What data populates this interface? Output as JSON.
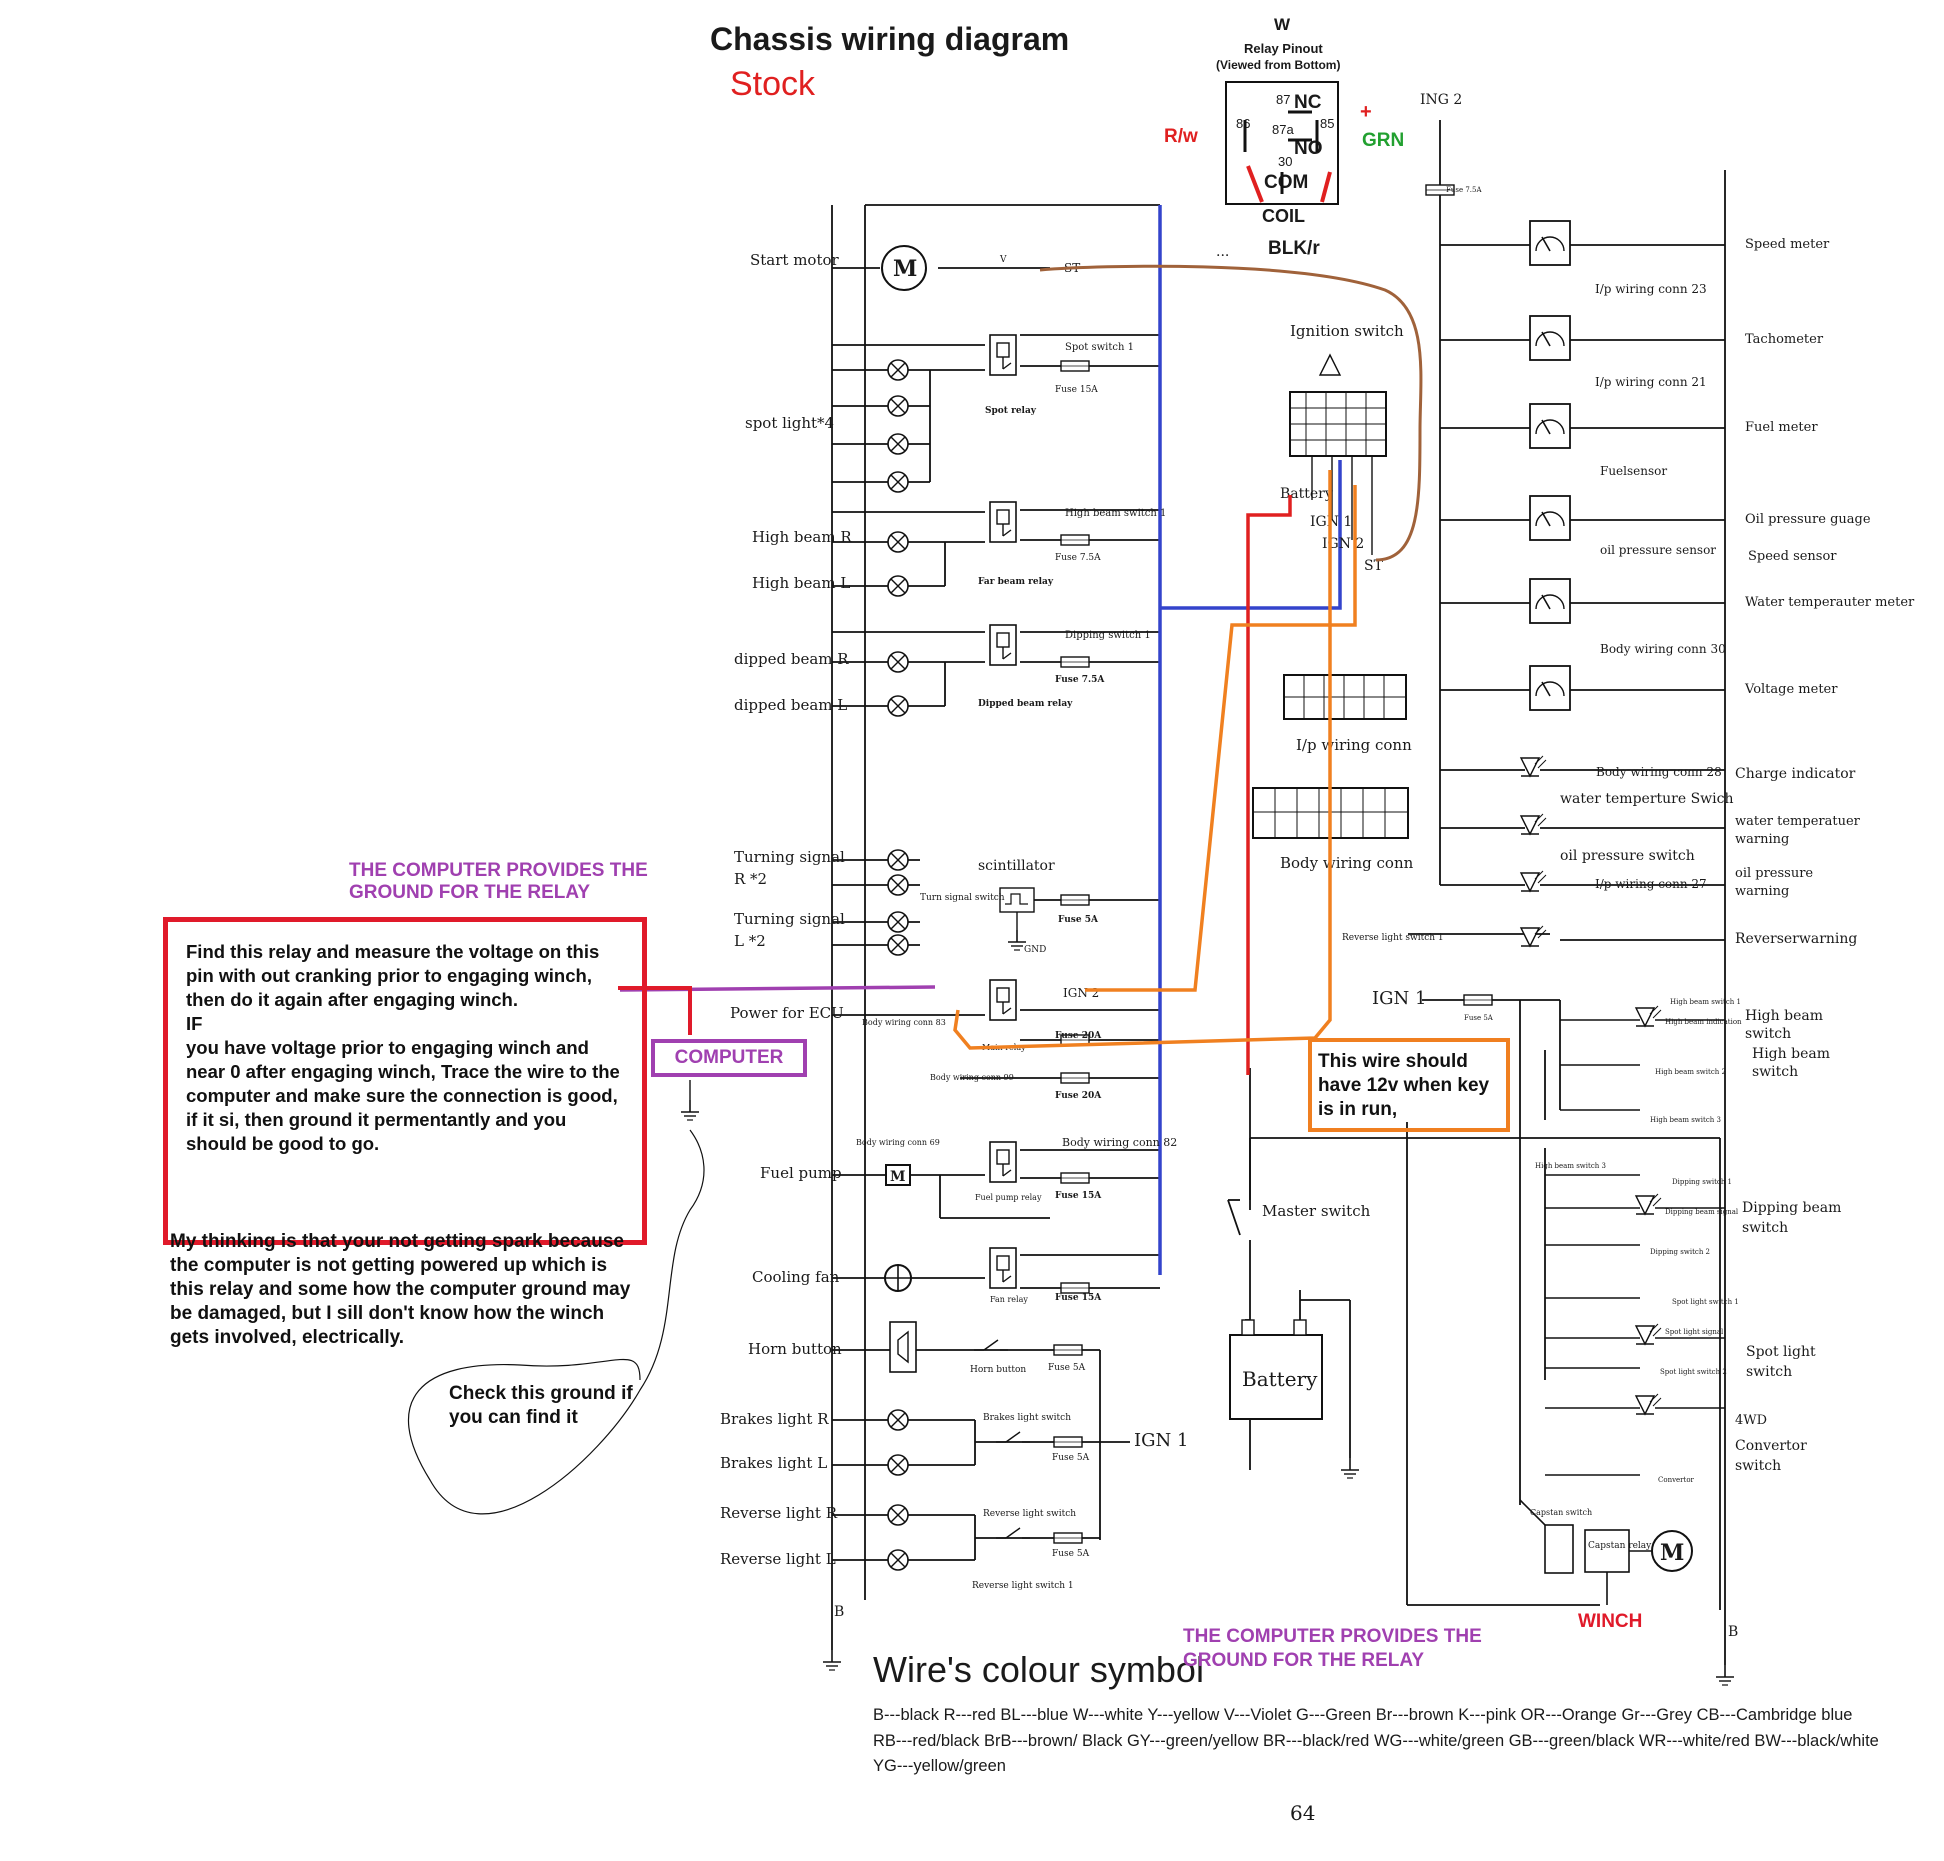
{
  "title": "Chassis wiring diagram",
  "subtitle": "Stock",
  "relay_pinout": {
    "w": "W",
    "title": "Relay Pinout",
    "subtitle": "(Viewed from Bottom)",
    "p87": "87",
    "nc": "NC",
    "p86": "86",
    "p87a": "87a",
    "p85": "85",
    "no": "NO",
    "p30": "30",
    "com": "COM",
    "coil": "COIL",
    "blk": "BLK/r",
    "rw": "R/w",
    "plus": "+",
    "grn": "GRN",
    "dots": "..."
  },
  "left_labels": {
    "start_motor": "Start motor",
    "spot_light": "spot light*4",
    "high_beam_r": "High beam R",
    "high_beam_l": "High beam L",
    "dipped_beam_r": "dipped beam R",
    "dipped_beam_l": "dipped beam L",
    "turning_r1": "Turning signal",
    "turning_r2": "R *2",
    "turning_l1": "Turning signal",
    "turning_l2": "L *2",
    "power_ecu": "Power for ECU",
    "fuel_pump": "Fuel pump",
    "cooling_fan": "Cooling fan",
    "horn_button": "Horn button",
    "brakes_r": "Brakes light  R",
    "brakes_l": "Brakes light  L",
    "reverse_r": "Reverse light  R",
    "reverse_l": "Reverse light  L"
  },
  "center_labels": {
    "spot_relay": "Spot relay",
    "spot_switch_1": "Spot switch 1",
    "fuse_15a": "Fuse 15A",
    "far_beam_relay": "Far beam relay",
    "high_beam_switch_1": "High beam switch 1",
    "fuse_75a": "Fuse 7.5A",
    "dipped_beam_relay": "Dipped beam relay",
    "dipping_switch_1": "Dipping switch 1",
    "scintillator": "scintillator",
    "turn_signal_switch": "Turn signal switch",
    "fuse_5a": "Fuse 5A",
    "gnd": "GND",
    "ign2": "IGN 2",
    "main_relay": "Main relay",
    "body_wiring_conn_83": "Body wiring conn 83",
    "fuse_20a": "Fuse 20A",
    "body_wiring_conn_99": "Body wiring conn 99",
    "body_wiring_conn_69": "Body wiring conn 69",
    "body_wiring_conn_82": "Body wiring conn 82",
    "fuel_pump_relay": "Fuel pump relay",
    "fan_relay": "Fan relay",
    "horn_button_sw": "Horn button",
    "brake_light_switch": "Brakes light switch",
    "reverse_light_switch": "Reverse light switch",
    "reverse_light_switch_1": "Reverse light switch 1",
    "ign1_bottom": "IGN 1",
    "m": "M",
    "b": "B",
    "v": "V",
    "st": "ST"
  },
  "ignition": {
    "ignition_switch": "Ignition switch",
    "battery": "Battery",
    "ign1": "IGN 1",
    "ign2": "IGN 2",
    "st": "ST",
    "ip_conn": "I/p wiring conn",
    "body_conn": "Body wiring conn",
    "ign1_main": "IGN 1",
    "fuse_5a": "Fuse 5A",
    "reverse_light_switch_1": "Reverse light switch 1",
    "master_switch": "Master switch",
    "battery_box": "Battery"
  },
  "right_labels": {
    "ing2": "ING 2",
    "fuse_75a": "Fuse 7.5A",
    "speed_meter": "Speed meter",
    "ip_conn_23": "I/p wiring conn 23",
    "tachometer": "Tachometer",
    "ip_conn_21": "I/p wiring conn 21",
    "fuel_meter": "Fuel meter",
    "fuelsensor": "Fuelsensor",
    "oil_pressure_guage": "Oil pressure guage",
    "oil_pressure_sensor": "oil pressure sensor",
    "speed_sensor": "Speed sensor",
    "water_temp_meter": "Water temperauter meter",
    "body_conn_30": "Body wiring conn 30",
    "voltage_meter": "Voltage meter",
    "body_conn_28": "Body wiring conn 28",
    "charge_indicator": "Charge indicator",
    "water_temp_switch": "water temperture Swich",
    "water_temp_warning_1": "water temperatuer",
    "water_temp_warning_2": "warning",
    "oil_pressure_switch": "oil pressure switch",
    "ip_conn_27": "I/p wiring conn 27",
    "oil_pressure_warning_1": "oil pressure",
    "oil_pressure_warning_2": "warning",
    "reverse_warning": "Reverserwarning",
    "high_beam_switch_1": "High beam switch 1",
    "high_beam_indication": "High beam indication",
    "high_beam_switch_2": "High beam switch 2",
    "high_beam_switch_3": "High beam switch 3",
    "high_beam_sw_label_1": "High beam",
    "high_beam_sw_label_2": "switch",
    "high_beam_sw_label_3": "High beam",
    "high_beam_sw_label_4": "switch",
    "dipping_switch_1": "Dipping switch 1",
    "dipping_beam_signal": "Dipping beam signal",
    "dipping_switch_2": "Dipping switch 2",
    "dipping_beam_sw_1": "Dipping beam",
    "dipping_beam_sw_2": "switch",
    "spot_light_switch_1": "Spot light switch 1",
    "spot_light_signal": "Spot light signal",
    "spot_light_switch_2": "Spot light switch 2",
    "spot_light_sw_1": "Spot light",
    "spot_light_sw_2": "switch",
    "convertor": "Convertor",
    "fwd": "4WD",
    "convertor_sw_1": "Convertor",
    "convertor_sw_2": "switch",
    "capstan_switch": "Capstan switch",
    "capstan_relay": "Capstan relay",
    "m": "M",
    "winch": "WINCH",
    "b": "B"
  },
  "annotations": {
    "computer_ground_top": "THE COMPUTER PROVIDES THE GROUND FOR THE RELAY",
    "main_note": "Find this relay and measure the voltage on this pin with out  cranking prior to engaging winch, then do it again after engaging winch.\nIF\nyou have voltage prior to engaging winch and near 0 after engaging winch, Trace the wire to the computer and make sure the connection is good, if it si, then ground it permentantly and you should be good to go.",
    "computer": "COMPUTER",
    "thinking": "My thinking is that your not getting spark because the computer is not getting powered up which is this relay and some how the computer ground may be damaged, but I sill don't know how the winch gets involved, electrically.",
    "check_ground": "Check this ground if you can find it",
    "wire_12v": "This wire should have 12v when key is in run,",
    "computer_ground_bottom": "THE COMPUTER PROVIDES THE GROUND FOR THE RELAY"
  },
  "legend": {
    "title": "Wire's colour symbol",
    "line1": "B---black   R---red   BL---blue   W---white   Y---yellow   V---Violet  G---Green  Br---brown  K---pink   OR---Orange   Gr---Grey   CB---Cambridge blue",
    "line2": "RB---red/black  BrB---brown/ Black  GY---green/yellow     BR---black/red  WG---white/green  GB---green/black  WR---white/red   BW---black/white",
    "line3": "YG---yellow/green"
  },
  "page_number": "64",
  "colors": {
    "blue_wire": "#3344cc",
    "red_wire": "#e02020",
    "orange_wire": "#f08020",
    "brown_wire": "#a0623a",
    "purple": "#a040b0",
    "note_border": "#e01a2a",
    "note_orange": "#f07f20",
    "grn": "#22a030"
  }
}
